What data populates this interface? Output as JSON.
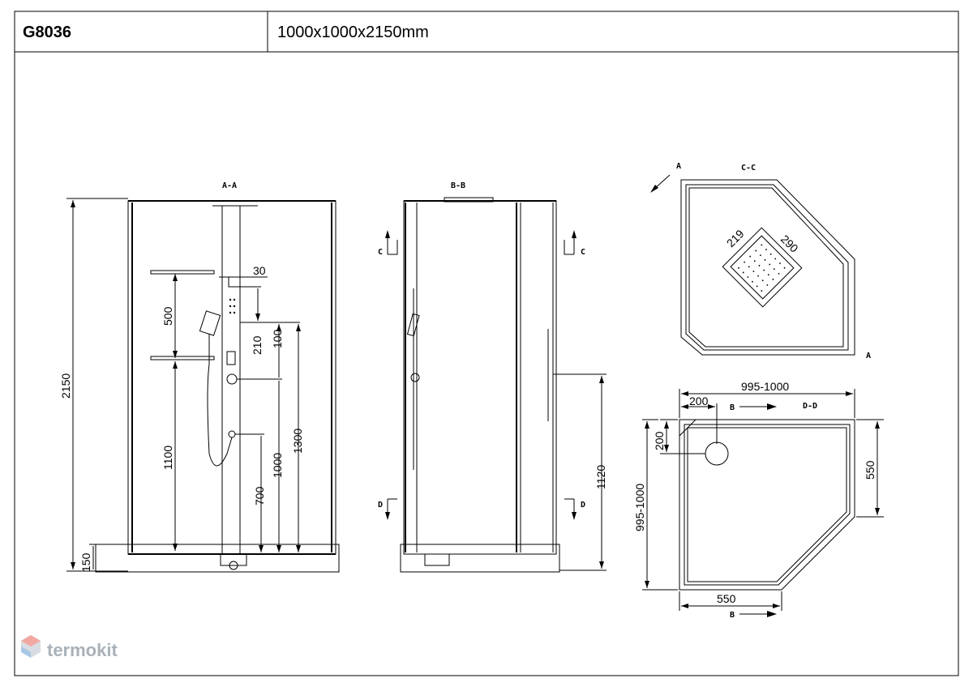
{
  "header": {
    "model": "G8036",
    "size": "1000x1000x2150mm"
  },
  "sections": {
    "aa": "A-A",
    "bb": "B-B",
    "cc": "C-C",
    "dd": "D-D",
    "a": "A",
    "b": "B",
    "c": "C",
    "d": "D"
  },
  "dims": {
    "d2150": "2150",
    "d150": "150",
    "d500": "500",
    "d1100": "1100",
    "d30": "30",
    "d210": "210",
    "d100": "100",
    "d1300": "1300",
    "d1000": "1000",
    "d700": "700",
    "d1120": "1120",
    "d219": "219",
    "d290": "290",
    "d995_top": "995-1000",
    "d200_h": "200",
    "d200_v": "200",
    "d550_r": "550",
    "d995_left": "995-1000",
    "d550_b": "550"
  },
  "watermark": {
    "text": "termokit",
    "icon": "hexagon-logo-icon",
    "color": "#a9b2b9",
    "accent": "#f2a7a0"
  }
}
